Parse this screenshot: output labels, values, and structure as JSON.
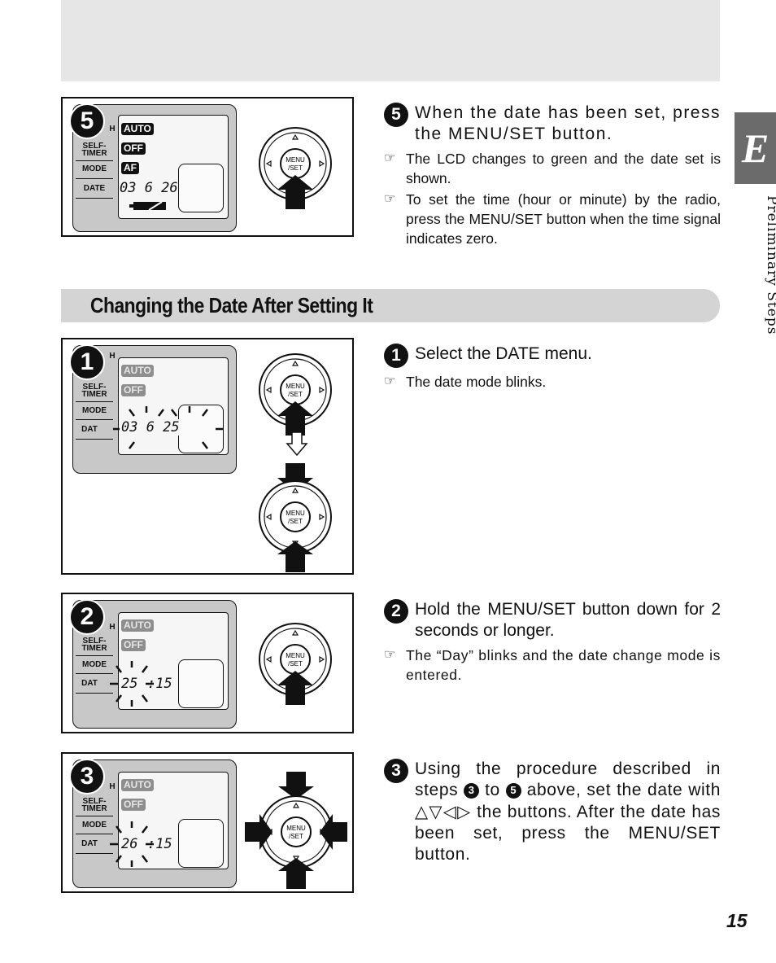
{
  "side_tab": {
    "letter": "E",
    "label": "Preliminary Steps"
  },
  "menu_labels": {
    "flash": "H",
    "self": "SELF-",
    "timer": "TIMER",
    "mode": "MODE",
    "date": "DATE",
    "date_partial": "DAT"
  },
  "lcd_values": {
    "auto": "AUTO",
    "off": "OFF",
    "af": "AF"
  },
  "button_label": {
    "line1": "MENU",
    "line2": "/SET"
  },
  "step5": {
    "badge": "5",
    "date_display": "03  6 26",
    "heading": "When the date has been set, press the MENU/SET button.",
    "notes": [
      "The LCD changes to green and the date set is shown.",
      "To set the time (hour or minute) by the radio, press the MENU/SET button when the time signal indicates zero."
    ]
  },
  "section_title": "Changing the Date After Setting It",
  "step1": {
    "badge": "1",
    "date_display": "03  6 25",
    "heading": "Select the DATE menu.",
    "notes": [
      "The date mode blinks."
    ]
  },
  "step2": {
    "badge": "2",
    "date_display": "25",
    "time_display": ":15",
    "heading": "Hold the MENU/SET button down for 2 seconds or longer.",
    "notes": [
      "The “Day” blinks and the date change mode is entered."
    ]
  },
  "step3": {
    "badge": "3",
    "date_display": "26",
    "time_display": ":15",
    "heading_part1": "Using the procedure described in steps",
    "ref_a": "3",
    "heading_to": "to",
    "ref_b": "5",
    "heading_part2": "above, set the date with",
    "arrows": "△▽◁▷",
    "heading_part3": "the buttons. After the date has been set, press the MENU/SET button."
  },
  "page_number": "15"
}
